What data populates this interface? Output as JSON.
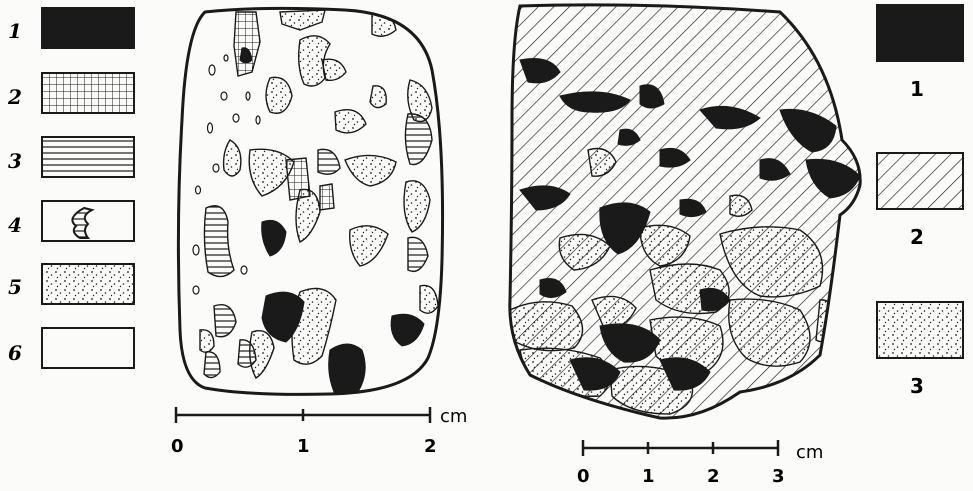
{
  "left_figure": {
    "legend": [
      {
        "number": "1",
        "pattern": "solid-black"
      },
      {
        "number": "2",
        "pattern": "grid"
      },
      {
        "number": "3",
        "pattern": "horizontal-lines"
      },
      {
        "number": "4",
        "pattern": "striped-grain"
      },
      {
        "number": "5",
        "pattern": "dots"
      },
      {
        "number": "6",
        "pattern": "blank"
      }
    ],
    "scale": {
      "unit": "cm",
      "ticks": [
        "0",
        "1",
        "2"
      ]
    }
  },
  "right_figure": {
    "legend": [
      {
        "number": "1",
        "pattern": "solid-black"
      },
      {
        "number": "2",
        "pattern": "diagonal-hatch"
      },
      {
        "number": "3",
        "pattern": "dots"
      }
    ],
    "scale": {
      "unit": "cm",
      "ticks": [
        "0",
        "1",
        "2",
        "3"
      ]
    }
  },
  "colors": {
    "ink": "#1a1a1a",
    "paper": "#fbfbf9"
  }
}
